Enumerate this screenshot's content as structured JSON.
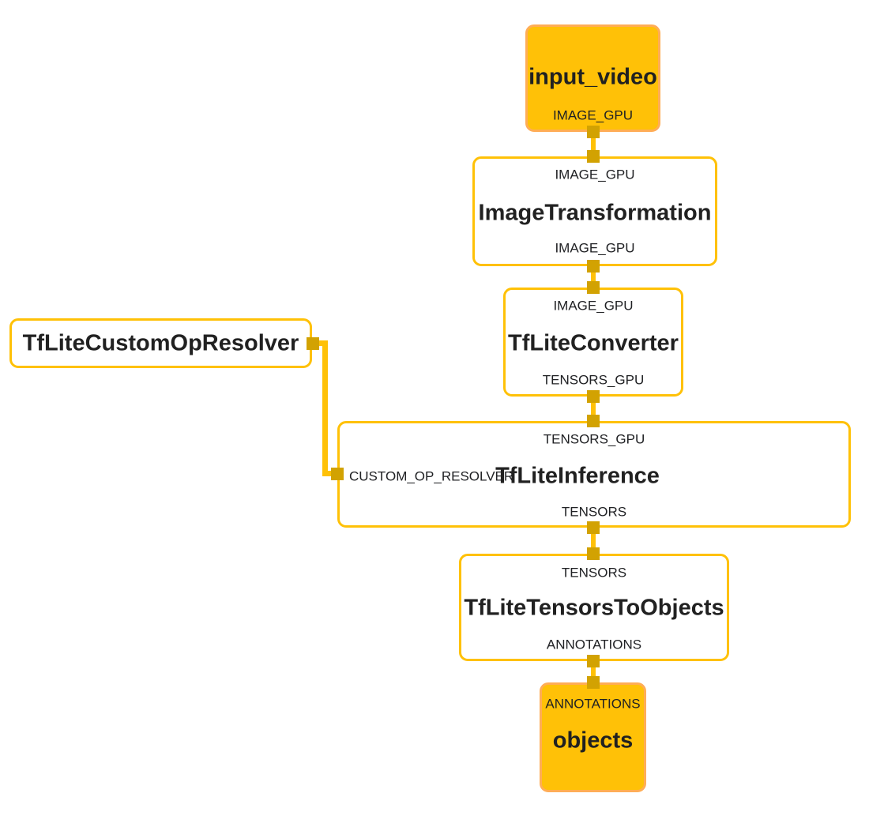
{
  "diagram": {
    "type": "mediapipe-graph",
    "colors": {
      "accent_amber": "#FFC107",
      "stream_node_fill": "#FFC107",
      "stream_node_border": "#FFAD56",
      "calculator_node_border": "#FFC107",
      "edge_line": "#FFC107",
      "port_square": "#D2A202",
      "text": "#212121",
      "background": "#FFFFFF"
    },
    "nodes": [
      {
        "id": "input_video",
        "kind": "input-stream",
        "title": "input_video",
        "output_label": "IMAGE_GPU"
      },
      {
        "id": "ImageTransformation",
        "kind": "calculator",
        "input_label": "IMAGE_GPU",
        "title": "ImageTransformation",
        "output_label": "IMAGE_GPU"
      },
      {
        "id": "TfLiteConverter",
        "kind": "calculator",
        "input_label": "IMAGE_GPU",
        "title": "TfLiteConverter",
        "output_label": "TENSORS_GPU"
      },
      {
        "id": "TfLiteCustomOpResolver",
        "kind": "calculator",
        "title": "TfLiteCustomOpResolver"
      },
      {
        "id": "TfLiteInference",
        "kind": "calculator",
        "input_label": "TENSORS_GPU",
        "side_label": "CUSTOM_OP_RESOLVER",
        "title": "TfLiteInference",
        "output_label": "TENSORS"
      },
      {
        "id": "TfLiteTensorsToObjects",
        "kind": "calculator",
        "input_label": "TENSORS",
        "title": "TfLiteTensorsToObjects",
        "output_label": "ANNOTATIONS"
      },
      {
        "id": "objects",
        "kind": "output-stream",
        "input_label": "ANNOTATIONS",
        "title": "objects"
      }
    ],
    "edges": [
      {
        "from": "input_video",
        "to": "ImageTransformation",
        "stream": "IMAGE_GPU"
      },
      {
        "from": "ImageTransformation",
        "to": "TfLiteConverter",
        "stream": "IMAGE_GPU"
      },
      {
        "from": "TfLiteConverter",
        "to": "TfLiteInference",
        "stream": "TENSORS_GPU"
      },
      {
        "from": "TfLiteCustomOpResolver",
        "to": "TfLiteInference",
        "stream": "CUSTOM_OP_RESOLVER"
      },
      {
        "from": "TfLiteInference",
        "to": "TfLiteTensorsToObjects",
        "stream": "TENSORS"
      },
      {
        "from": "TfLiteTensorsToObjects",
        "to": "objects",
        "stream": "ANNOTATIONS"
      }
    ]
  }
}
